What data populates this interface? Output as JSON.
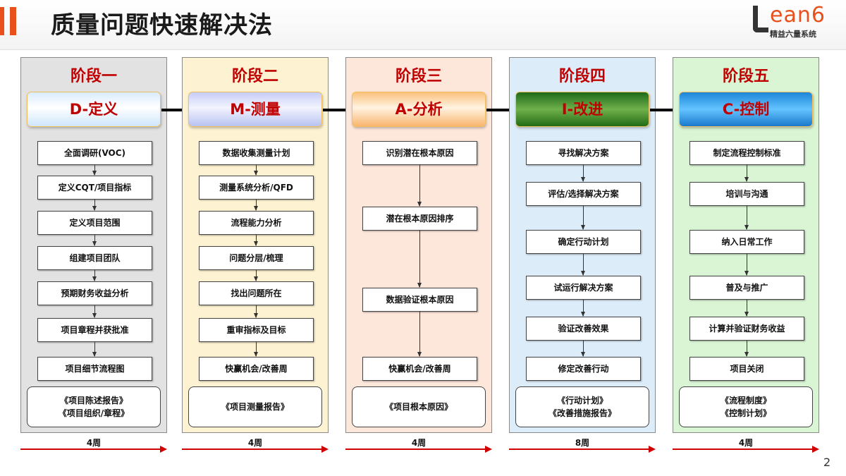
{
  "title": "质量问题快速解决法",
  "logo": {
    "word": "ean6",
    "subtitle": "精益六量系统"
  },
  "page_number": "2",
  "phases": [
    {
      "name": "阶段一",
      "header": "D-定义",
      "steps": [
        "全面调研(VOC)",
        "定义CQT/项目指标",
        "定义项目范围",
        "组建项目团队",
        "预期财务收益分析",
        "项目章程并获批准",
        "项目细节流程图"
      ],
      "reports": [
        "《项目陈述报告》",
        "《项目组织/章程》"
      ],
      "duration": "4周"
    },
    {
      "name": "阶段二",
      "header": "M-测量",
      "steps": [
        "数据收集测量计划",
        "测量系统分析/QFD",
        "流程能力分析",
        "问题分层/梳理",
        "找出问题所在",
        "重审指标及目标",
        "快赢机会/改善周"
      ],
      "reports": [
        "《项目测量报告》"
      ],
      "duration": "4周"
    },
    {
      "name": "阶段三",
      "header": "A-分析",
      "steps": [
        "识别潜在根本原因",
        "潜在根本原因排序",
        "数据验证根本原因",
        "快赢机会/改善周"
      ],
      "reports": [
        "《项目根本原因》"
      ],
      "duration": "4周"
    },
    {
      "name": "阶段四",
      "header": "I-改进",
      "steps": [
        "寻找解决方案",
        "评估/选择解决方案",
        "确定行动计划",
        "试运行解决方案",
        "验证改善效果",
        "修定改善行动"
      ],
      "reports": [
        "《行动计划》",
        "《改善措施报告》"
      ],
      "duration": "8周"
    },
    {
      "name": "阶段五",
      "header": "C-控制",
      "steps": [
        "制定流程控制标准",
        "培训与沟通",
        "纳入日常工作",
        "普及与推广",
        "计算并验证财务收益",
        "项目关闭"
      ],
      "reports": [
        "《流程制度》",
        "《控制计划》"
      ],
      "duration": "4周"
    }
  ]
}
